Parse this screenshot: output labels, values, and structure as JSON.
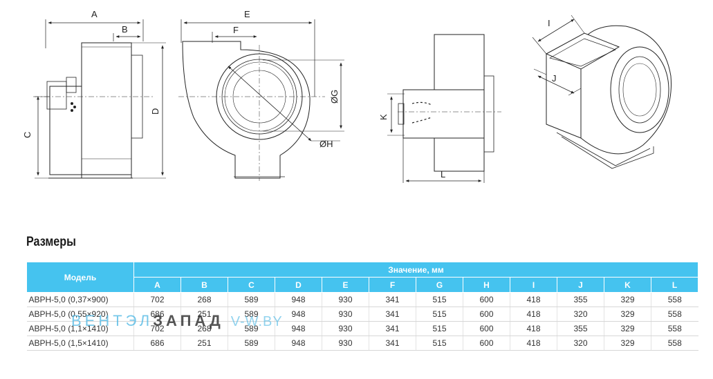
{
  "drawing_labels": {
    "a": "A",
    "b": "B",
    "c": "C",
    "d": "D",
    "e": "E",
    "f": "F",
    "g": "ØG",
    "h": "ØH",
    "i": "I",
    "j": "J",
    "k": "K",
    "l": "L"
  },
  "section_title": "Размеры",
  "table": {
    "model_header": "Модель",
    "group_header": "Значение, мм",
    "columns": [
      "A",
      "B",
      "C",
      "D",
      "E",
      "F",
      "G",
      "H",
      "I",
      "J",
      "K",
      "L"
    ],
    "rows": [
      {
        "model": "АВРН-5,0 (0,37×900)",
        "values": [
          "702",
          "268",
          "589",
          "948",
          "930",
          "341",
          "515",
          "600",
          "418",
          "355",
          "329",
          "558"
        ]
      },
      {
        "model": "АВРН-5,0 (0,55×920)",
        "values": [
          "686",
          "251",
          "589",
          "948",
          "930",
          "341",
          "515",
          "600",
          "418",
          "320",
          "329",
          "558"
        ]
      },
      {
        "model": "АВРН-5,0 (1,1×1410)",
        "values": [
          "702",
          "268",
          "589",
          "948",
          "930",
          "341",
          "515",
          "600",
          "418",
          "355",
          "329",
          "558"
        ]
      },
      {
        "model": "АВРН-5,0 (1,5×1410)",
        "values": [
          "686",
          "251",
          "589",
          "948",
          "930",
          "341",
          "515",
          "600",
          "418",
          "320",
          "329",
          "558"
        ]
      }
    ]
  },
  "watermark": {
    "part1": "ВЕНТЭЛ",
    "part2": "ЗАПАД",
    "part3": "V-W.BY"
  },
  "colors": {
    "header_bg": "#45c3ef",
    "header_text": "#ffffff",
    "watermark_blue": "#4ab6e4"
  }
}
